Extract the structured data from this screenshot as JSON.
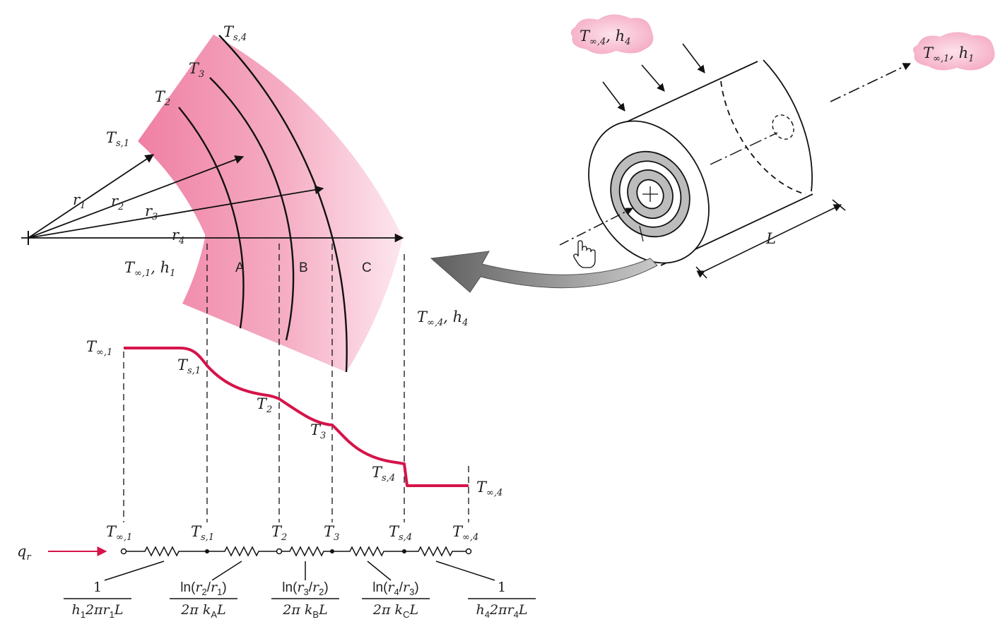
{
  "colors": {
    "accent": "#d6134a",
    "wall_inner": "#ef7fa3",
    "wall_outer": "#fde7ee",
    "cloud": "#f4a9c2",
    "arrow_gray": "#7a7a7a",
    "ring_gray": "#bcbcbc"
  },
  "labels": {
    "tinf1": {
      "base": "T",
      "sub": "∞,1"
    },
    "tinf4": {
      "base": "T",
      "sub": "∞,4"
    },
    "ts1": {
      "base": "T",
      "sub": "s,1"
    },
    "ts4": {
      "base": "T",
      "sub": "s,4"
    },
    "t2": {
      "base": "T",
      "sub": "2"
    },
    "t3": {
      "base": "T",
      "sub": "3"
    },
    "r1": {
      "base": "r",
      "sub": "1"
    },
    "r2": {
      "base": "r",
      "sub": "2"
    },
    "r3": {
      "base": "r",
      "sub": "3"
    },
    "r4": {
      "base": "r",
      "sub": "4"
    },
    "h1": {
      "base": "h",
      "sub": "1"
    },
    "h4": {
      "base": "h",
      "sub": "4"
    },
    "qr": {
      "base": "q",
      "sub": "r"
    },
    "length": "L",
    "sep": ",",
    "layers": [
      "A",
      "B",
      "C"
    ]
  },
  "resistances": [
    {
      "num": "1",
      "den": [
        {
          "t": "h",
          "c": "it"
        },
        {
          "t": "1",
          "c": "sub"
        },
        {
          "t": "2π",
          "c": "it"
        },
        {
          "t": "r",
          "c": "it"
        },
        {
          "t": "1",
          "c": "sub"
        },
        {
          "t": "L",
          "c": "it"
        }
      ]
    },
    {
      "num": [
        {
          "t": "ln(",
          "c": "rm"
        },
        {
          "t": "r",
          "c": "it"
        },
        {
          "t": "2",
          "c": "sub"
        },
        {
          "t": "/",
          "c": "rm"
        },
        {
          "t": "r",
          "c": "it"
        },
        {
          "t": "1",
          "c": "sub"
        },
        {
          "t": ")",
          "c": "rm"
        }
      ],
      "den": [
        {
          "t": "2π ",
          "c": "it"
        },
        {
          "t": "k",
          "c": "it"
        },
        {
          "t": "A",
          "c": "subrm"
        },
        {
          "t": "L",
          "c": "it"
        }
      ]
    },
    {
      "num": [
        {
          "t": "ln(",
          "c": "rm"
        },
        {
          "t": "r",
          "c": "it"
        },
        {
          "t": "3",
          "c": "sub"
        },
        {
          "t": "/",
          "c": "rm"
        },
        {
          "t": "r",
          "c": "it"
        },
        {
          "t": "2",
          "c": "sub"
        },
        {
          "t": ")",
          "c": "rm"
        }
      ],
      "den": [
        {
          "t": "2π ",
          "c": "it"
        },
        {
          "t": "k",
          "c": "it"
        },
        {
          "t": "B",
          "c": "subrm"
        },
        {
          "t": "L",
          "c": "it"
        }
      ]
    },
    {
      "num": [
        {
          "t": "ln(",
          "c": "rm"
        },
        {
          "t": "r",
          "c": "it"
        },
        {
          "t": "4",
          "c": "sub"
        },
        {
          "t": "/",
          "c": "rm"
        },
        {
          "t": "r",
          "c": "it"
        },
        {
          "t": "3",
          "c": "sub"
        },
        {
          "t": ")",
          "c": "rm"
        }
      ],
      "den": [
        {
          "t": "2π ",
          "c": "it"
        },
        {
          "t": "k",
          "c": "it"
        },
        {
          "t": "C",
          "c": "subrm"
        },
        {
          "t": "L",
          "c": "it"
        }
      ]
    },
    {
      "num": "1",
      "den": [
        {
          "t": "h",
          "c": "it"
        },
        {
          "t": "4",
          "c": "sub"
        },
        {
          "t": "2π",
          "c": "it"
        },
        {
          "t": "r",
          "c": "it"
        },
        {
          "t": "4",
          "c": "sub"
        },
        {
          "t": "L",
          "c": "it"
        }
      ]
    }
  ]
}
